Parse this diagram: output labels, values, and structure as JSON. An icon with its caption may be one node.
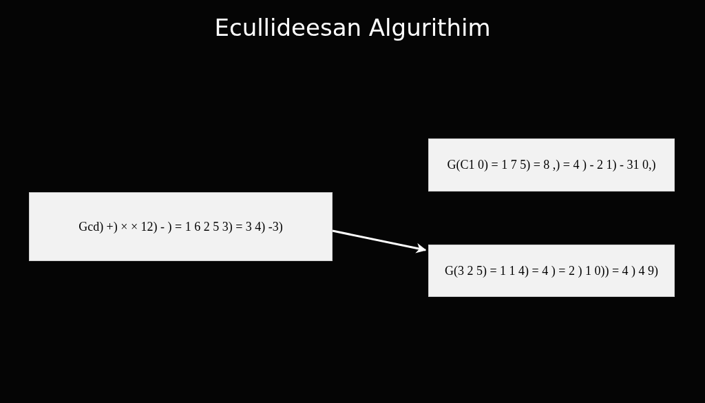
{
  "diagram": {
    "title": "Ecullideesan Algurithim",
    "nodes": [
      {
        "text": [
          "Gcd) +) × × 12) - ) = 1 6 2 5 3) = 3 4) -3)"
        ]
      },
      {
        "text": [
          "G(C1 0) = 1 7 5) = 8 ,) = 4 ) - 2 1) - 31 0,)"
        ]
      },
      {
        "text": [
          "G(3 2 5) = 1 1 4) = 4 ) = 2 ) 1 0)) = 4 ) 4 9)"
        ]
      }
    ],
    "edges": [
      {
        "from": 0,
        "to": 2,
        "arrow": "to"
      }
    ]
  }
}
